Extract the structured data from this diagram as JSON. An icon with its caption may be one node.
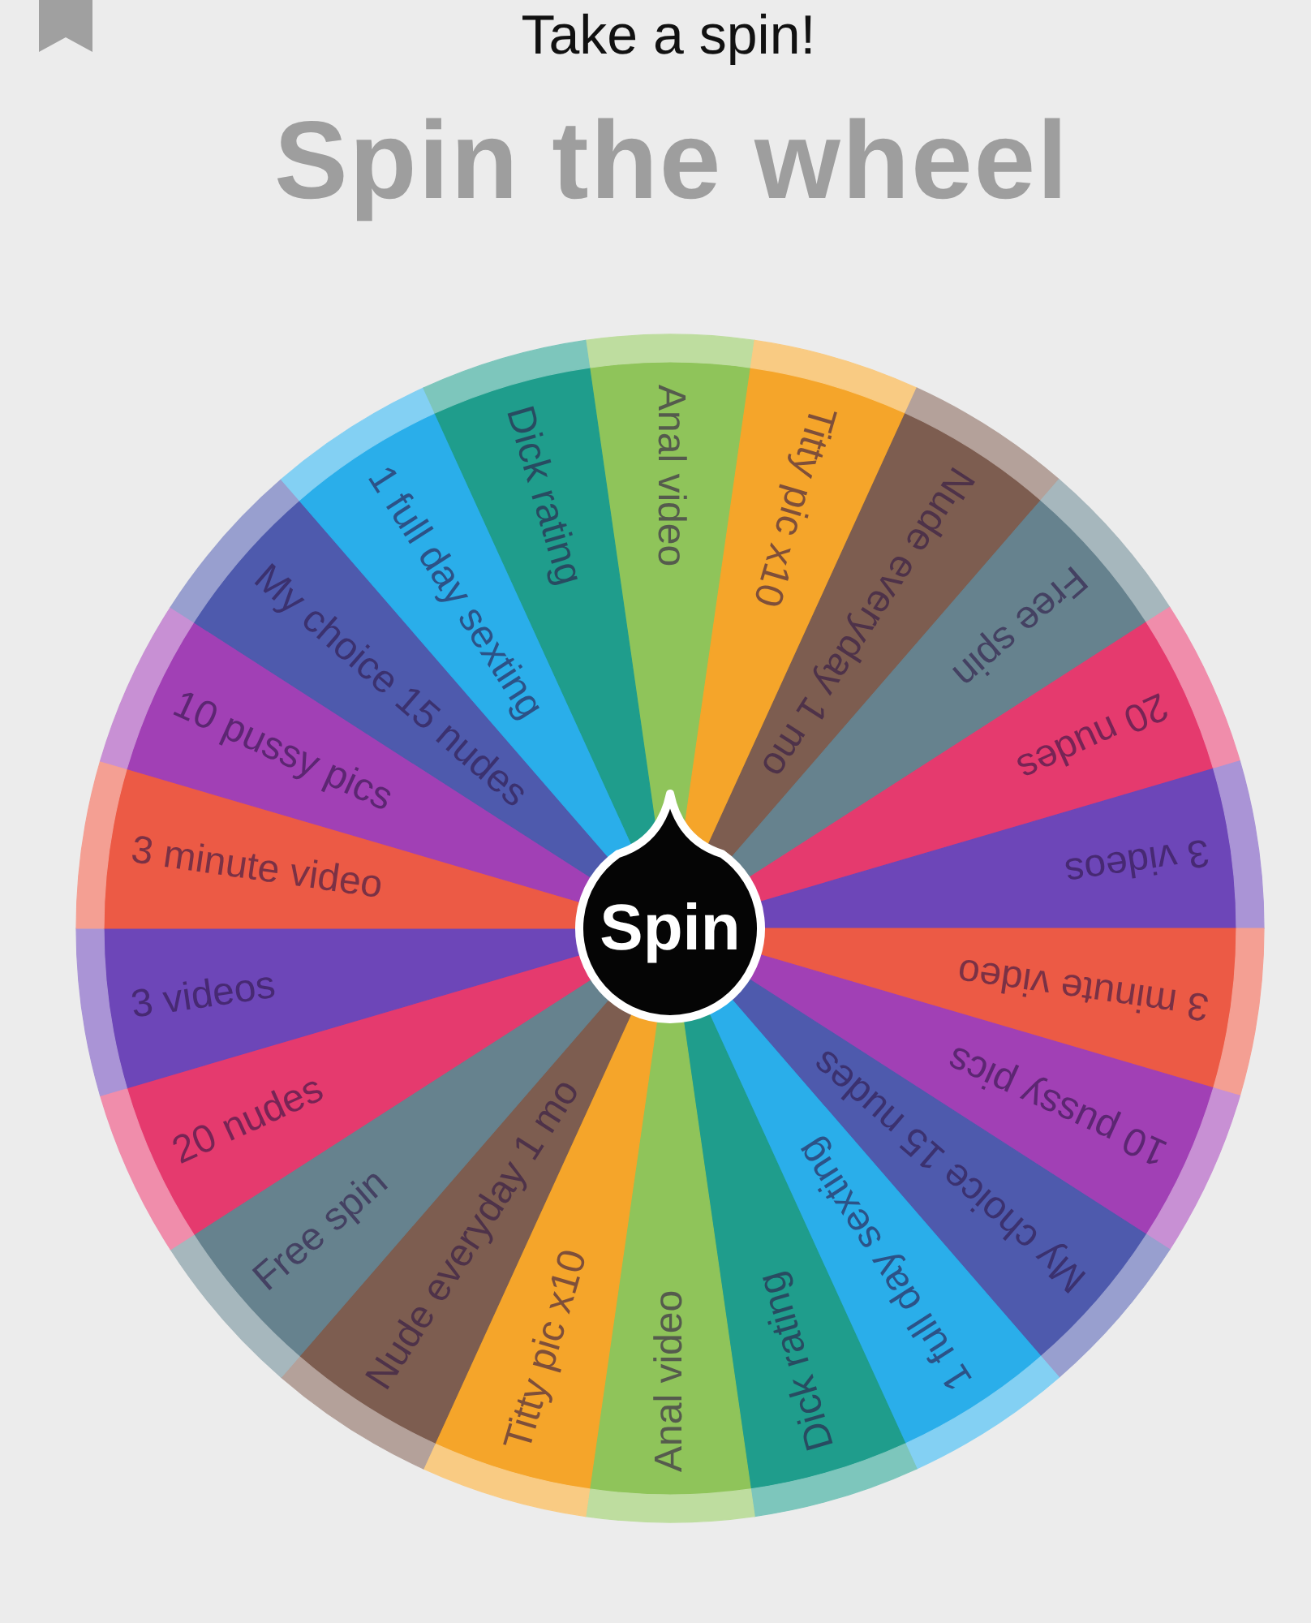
{
  "diagram": {
    "title": "Spin the wheel",
    "nodes": [
      {
        "text": [
          "Anal video"
        ]
      },
      {
        "text": [
          "Titty pic x10"
        ]
      },
      {
        "text": [
          "Nude everyday 1 mo"
        ]
      },
      {
        "text": [
          "Free spin"
        ]
      },
      {
        "text": [
          "20 nudes"
        ]
      },
      {
        "text": [
          "3 videos"
        ]
      },
      {
        "text": [
          "3 minute video"
        ]
      },
      {
        "text": [
          "10 pussy pics"
        ]
      },
      {
        "text": [
          "My choice 15 nudes"
        ]
      },
      {
        "text": [
          "1 full day sexting"
        ]
      },
      {
        "text": [
          "Dick rating"
        ]
      },
      {
        "text": [
          "Anal video"
        ]
      },
      {
        "text": [
          "Titty pic x10"
        ]
      },
      {
        "text": [
          "Nude everyday 1 mo"
        ]
      },
      {
        "text": [
          "Free spin"
        ]
      },
      {
        "text": [
          "20 nudes"
        ]
      },
      {
        "text": [
          "3 videos"
        ]
      },
      {
        "text": [
          "3 minute video"
        ]
      },
      {
        "text": [
          "10 pussy pics"
        ]
      },
      {
        "text": [
          "My choice 15 nudes"
        ]
      },
      {
        "text": [
          "1 full day sexting"
        ]
      },
      {
        "text": [
          "Dick rating"
        ]
      },
      {
        "text": [
          "Spin"
        ]
      }
    ],
    "labels": [
      "Take a spin!"
    ]
  }
}
